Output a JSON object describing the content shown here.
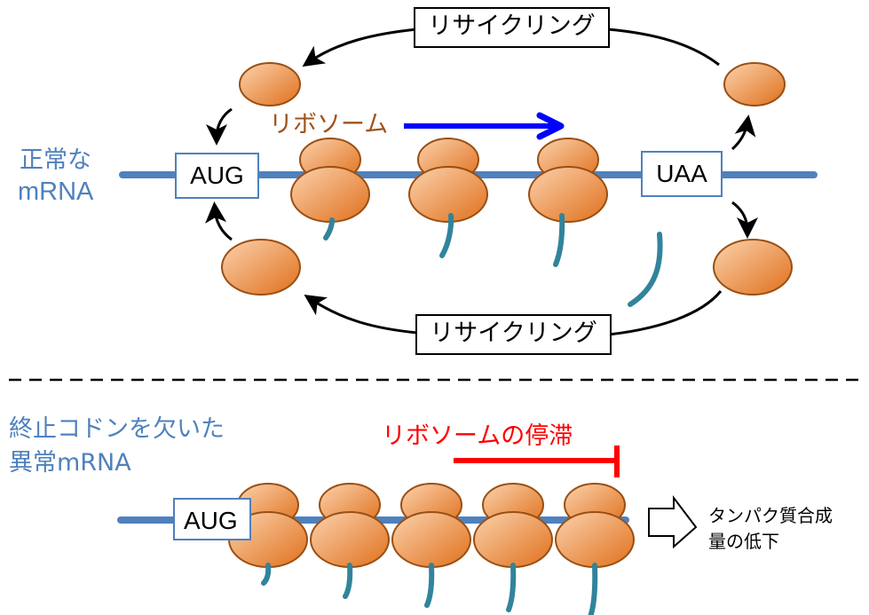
{
  "colors": {
    "mrna": "#4f81bd",
    "ribosome_fill_light": "#f8c9a0",
    "ribosome_fill_dark": "#e07a2a",
    "ribosome_stroke": "#9a4f12",
    "peptide": "#31849b",
    "ribosome_label": "#a0521b",
    "direction_arrow": "#0000ff",
    "stall_red": "#ff0000",
    "text_black": "#000000"
  },
  "top": {
    "mrna_label_line1": "正常な",
    "mrna_label_line2": "mRNA",
    "start_codon": "AUG",
    "stop_codon": "UAA",
    "ribosome_label": "リボソーム",
    "recycling_top": "リサイクリング",
    "recycling_bottom": "リサイクリング",
    "ribosome_count_on_mrna": 3
  },
  "divider": "dashed",
  "bottom": {
    "mrna_label_line1": "終止コドンを欠いた",
    "mrna_label_line2": "異常mRNA",
    "start_codon": "AUG",
    "stall_label": "リボソームの停滞",
    "ribosome_count_on_mrna": 5,
    "result_line1": "タンパク質合成",
    "result_line2": "量の低下",
    "result_arrow_icon": "hollow-right-arrow-icon"
  }
}
